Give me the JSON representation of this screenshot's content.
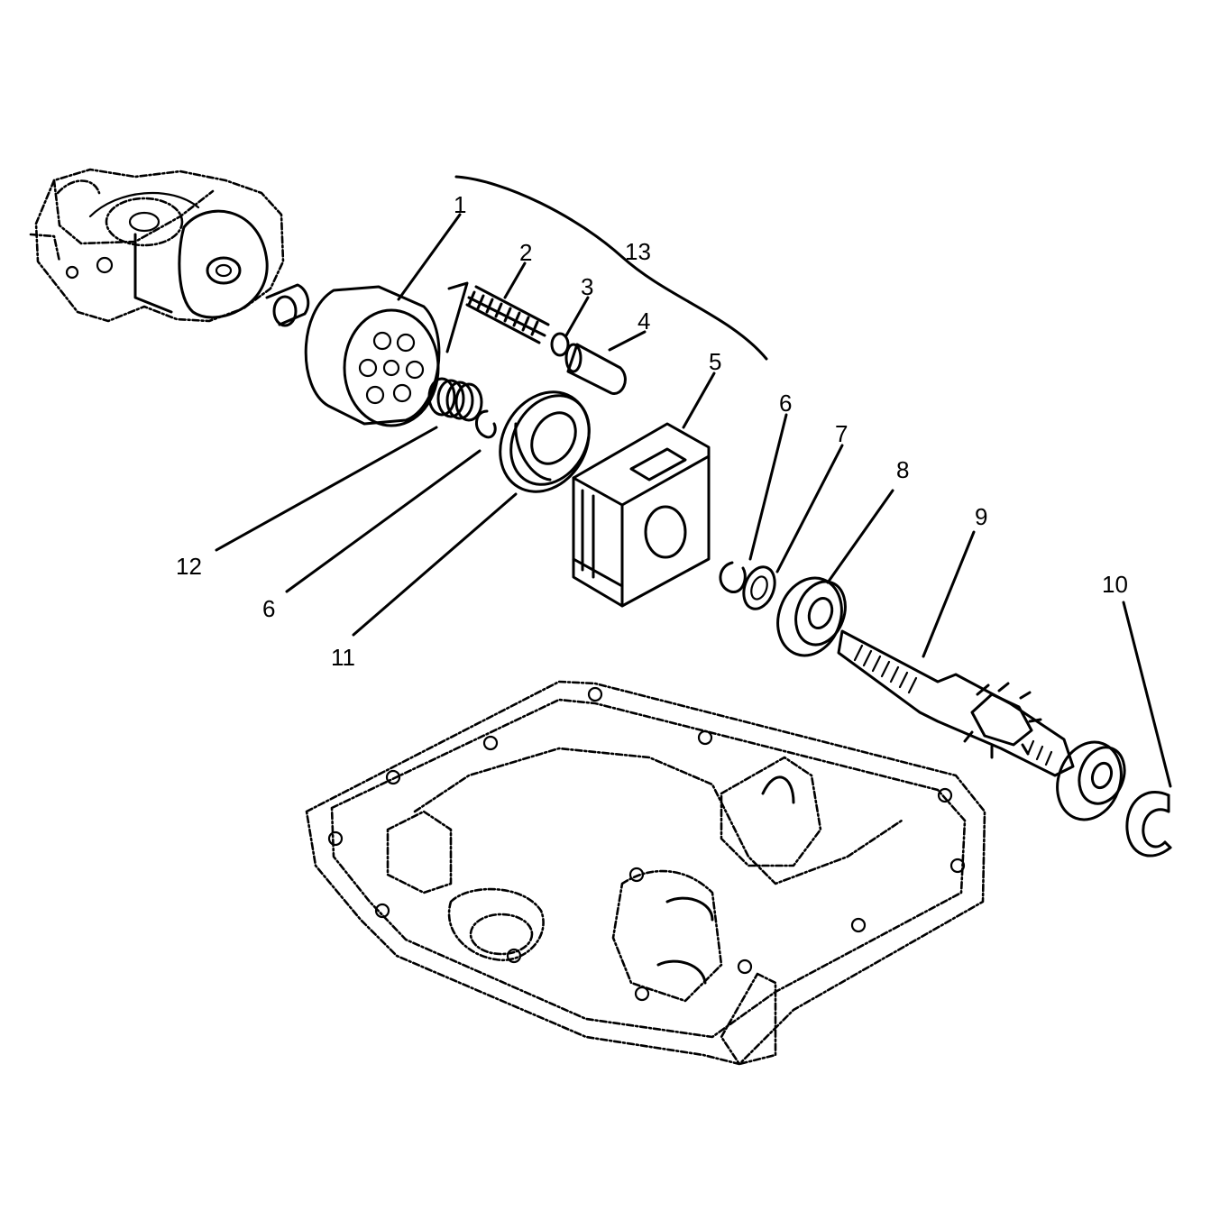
{
  "labels": {
    "l1": "1",
    "l2": "2",
    "l3": "3",
    "l4": "4",
    "l5": "5",
    "l6a": "6",
    "l6b": "6",
    "l7": "7",
    "l8": "8",
    "l9": "9",
    "l10": "10",
    "l11": "11",
    "l12": "12",
    "l13": "13"
  }
}
